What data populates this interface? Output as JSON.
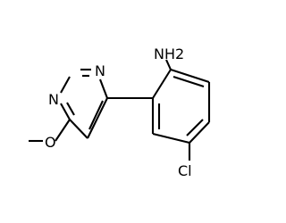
{
  "molecule": {
    "atoms": {
      "nitrogen_amine": "NH2",
      "nitrogen_ring_upper": "N",
      "nitrogen_ring_left": "N",
      "oxygen_methoxy": "O",
      "chlorine": "Cl"
    },
    "colors": {
      "bond": "#000000",
      "label": "#000000",
      "background": "#ffffff"
    }
  }
}
